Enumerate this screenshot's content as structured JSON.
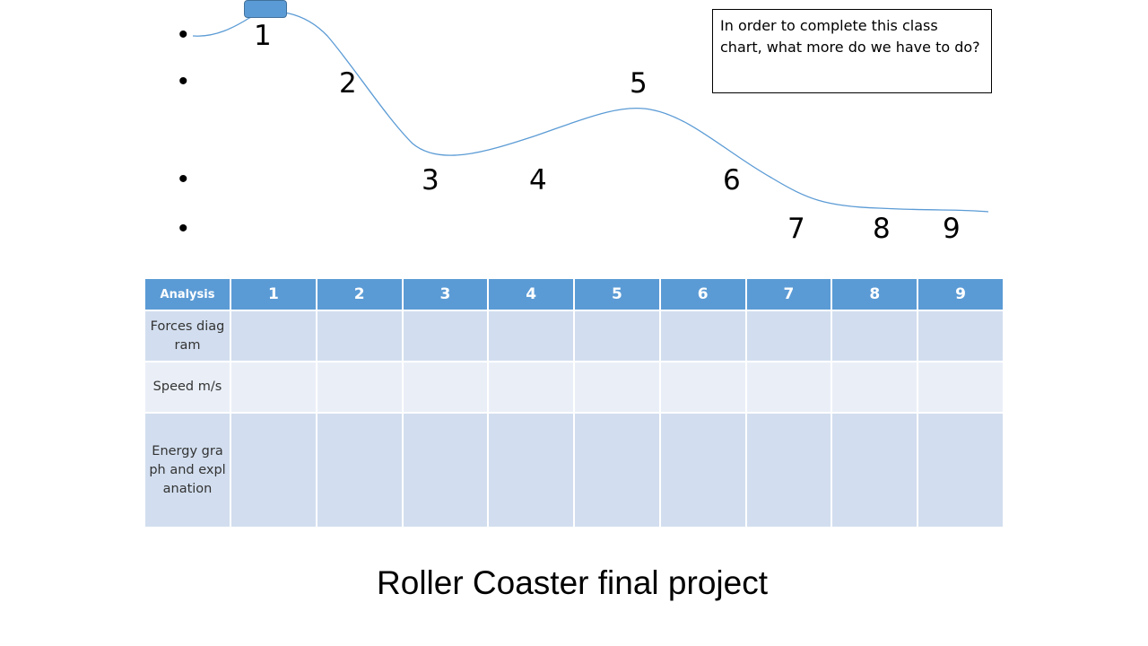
{
  "diagram": {
    "bullet_char": "•",
    "positions": [
      "1",
      "2",
      "3",
      "4",
      "5",
      "6",
      "7",
      "8",
      "9"
    ],
    "track_color": "#5b9bd5",
    "cart_color": "#5b9bd5"
  },
  "question_box": {
    "text": "In order to complete this class chart, what more do we have to do?"
  },
  "table": {
    "header": [
      "Analysis",
      "1",
      "2",
      "3",
      "4",
      "5",
      "6",
      "7",
      "8",
      "9"
    ],
    "rows": [
      {
        "label": "Forces diagram",
        "cells": [
          "",
          "",
          "",
          "",
          "",
          "",
          "",
          "",
          ""
        ]
      },
      {
        "label": "Speed m/s",
        "cells": [
          "",
          "",
          "",
          "",
          "",
          "",
          "",
          "",
          ""
        ]
      },
      {
        "label": "Energy graph and explanation",
        "cells": [
          "",
          "",
          "",
          "",
          "",
          "",
          "",
          "",
          ""
        ]
      }
    ],
    "header_color": "#5b9bd5",
    "row_colors": [
      "#d2deef",
      "#eaeff7"
    ]
  },
  "title": "Roller Coaster final project"
}
